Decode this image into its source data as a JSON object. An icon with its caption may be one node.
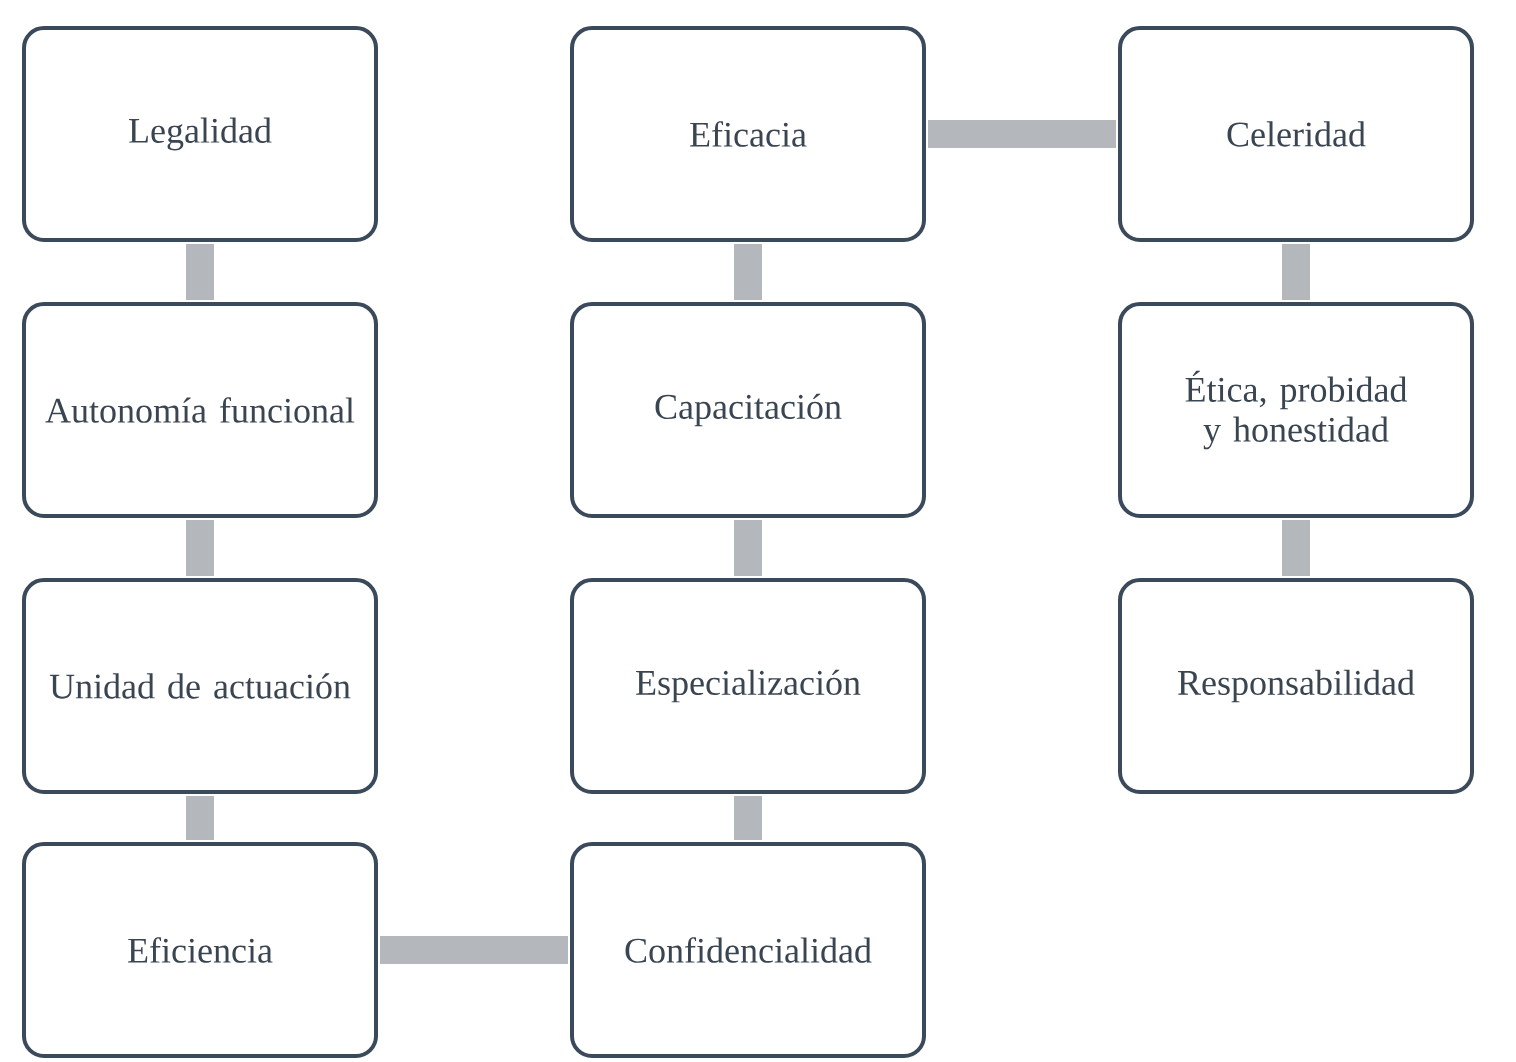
{
  "diagram": {
    "nodes": [
      {
        "text": [
          "Legalidad"
        ]
      },
      {
        "text": [
          "Eficacia"
        ]
      },
      {
        "text": [
          "Celeridad"
        ]
      },
      {
        "text": [
          "Autonomía funcional"
        ]
      },
      {
        "text": [
          "Capacitación"
        ]
      },
      {
        "text": [
          "Ética, probidad y honestidad"
        ]
      },
      {
        "text": [
          "Unidad de actuación"
        ]
      },
      {
        "text": [
          "Especialización"
        ]
      },
      {
        "text": [
          "Responsabilidad"
        ]
      },
      {
        "text": [
          "Eficiencia"
        ]
      },
      {
        "text": [
          "Confidencialidad"
        ]
      }
    ],
    "edges": [
      {
        "from": 0,
        "to": 3,
        "arrow": "none"
      },
      {
        "from": 3,
        "to": 6,
        "arrow": "none"
      },
      {
        "from": 6,
        "to": 9,
        "arrow": "none"
      },
      {
        "from": 9,
        "to": 10,
        "arrow": "none"
      },
      {
        "from": 10,
        "to": 7,
        "arrow": "none"
      },
      {
        "from": 7,
        "to": 4,
        "arrow": "none"
      },
      {
        "from": 4,
        "to": 1,
        "arrow": "none"
      },
      {
        "from": 1,
        "to": 2,
        "arrow": "none"
      },
      {
        "from": 2,
        "to": 5,
        "arrow": "none"
      },
      {
        "from": 5,
        "to": 8,
        "arrow": "none"
      }
    ]
  }
}
